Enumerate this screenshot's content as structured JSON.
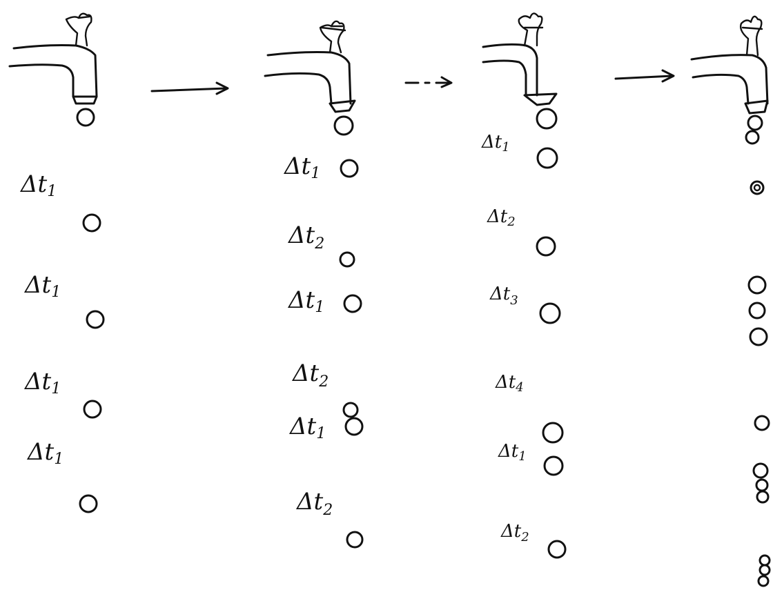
{
  "panels": [
    {
      "id": "panel-1",
      "labels": [
        "Δt1",
        "Δt1",
        "Δt1",
        "Δt1"
      ]
    },
    {
      "id": "panel-2",
      "labels": [
        "Δt1",
        "Δt2",
        "Δt1",
        "Δt2",
        "Δt1",
        "Δt2"
      ]
    },
    {
      "id": "panel-3",
      "labels": [
        "Δt1",
        "Δt2",
        "Δt3",
        "Δt4",
        "Δt1",
        "Δt2"
      ]
    },
    {
      "id": "panel-4",
      "labels": []
    }
  ],
  "label_parts": {
    "delta": "Δt",
    "subscripts": {
      "t1": "1",
      "t2": "2",
      "t3": "3",
      "t4": "4"
    }
  },
  "arrows": [
    {
      "style": "solid"
    },
    {
      "style": "dashed"
    },
    {
      "style": "solid"
    }
  ],
  "colors": {
    "ink": "#111111",
    "paper": "#ffffff"
  }
}
